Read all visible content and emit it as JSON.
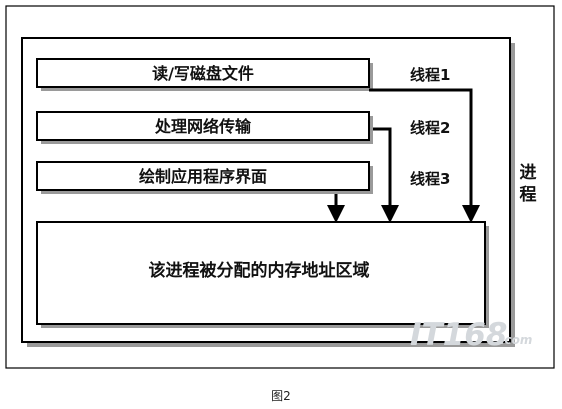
{
  "tasks": [
    {
      "label": "读/写磁盘文件",
      "thread": "线程1"
    },
    {
      "label": "处理网络传输",
      "thread": "线程2"
    },
    {
      "label": "绘制应用程序界面",
      "thread": "线程3"
    }
  ],
  "memory_label": "该进程被分配的内存地址区域",
  "process_label_line1": "进",
  "process_label_line2": "程",
  "caption": "图2",
  "watermark": "IT168",
  "watermark_suffix": ".com",
  "colors": {
    "border": "#000000",
    "shadow": "#9a9a9a",
    "arrow": "#000000",
    "background": "#ffffff"
  }
}
